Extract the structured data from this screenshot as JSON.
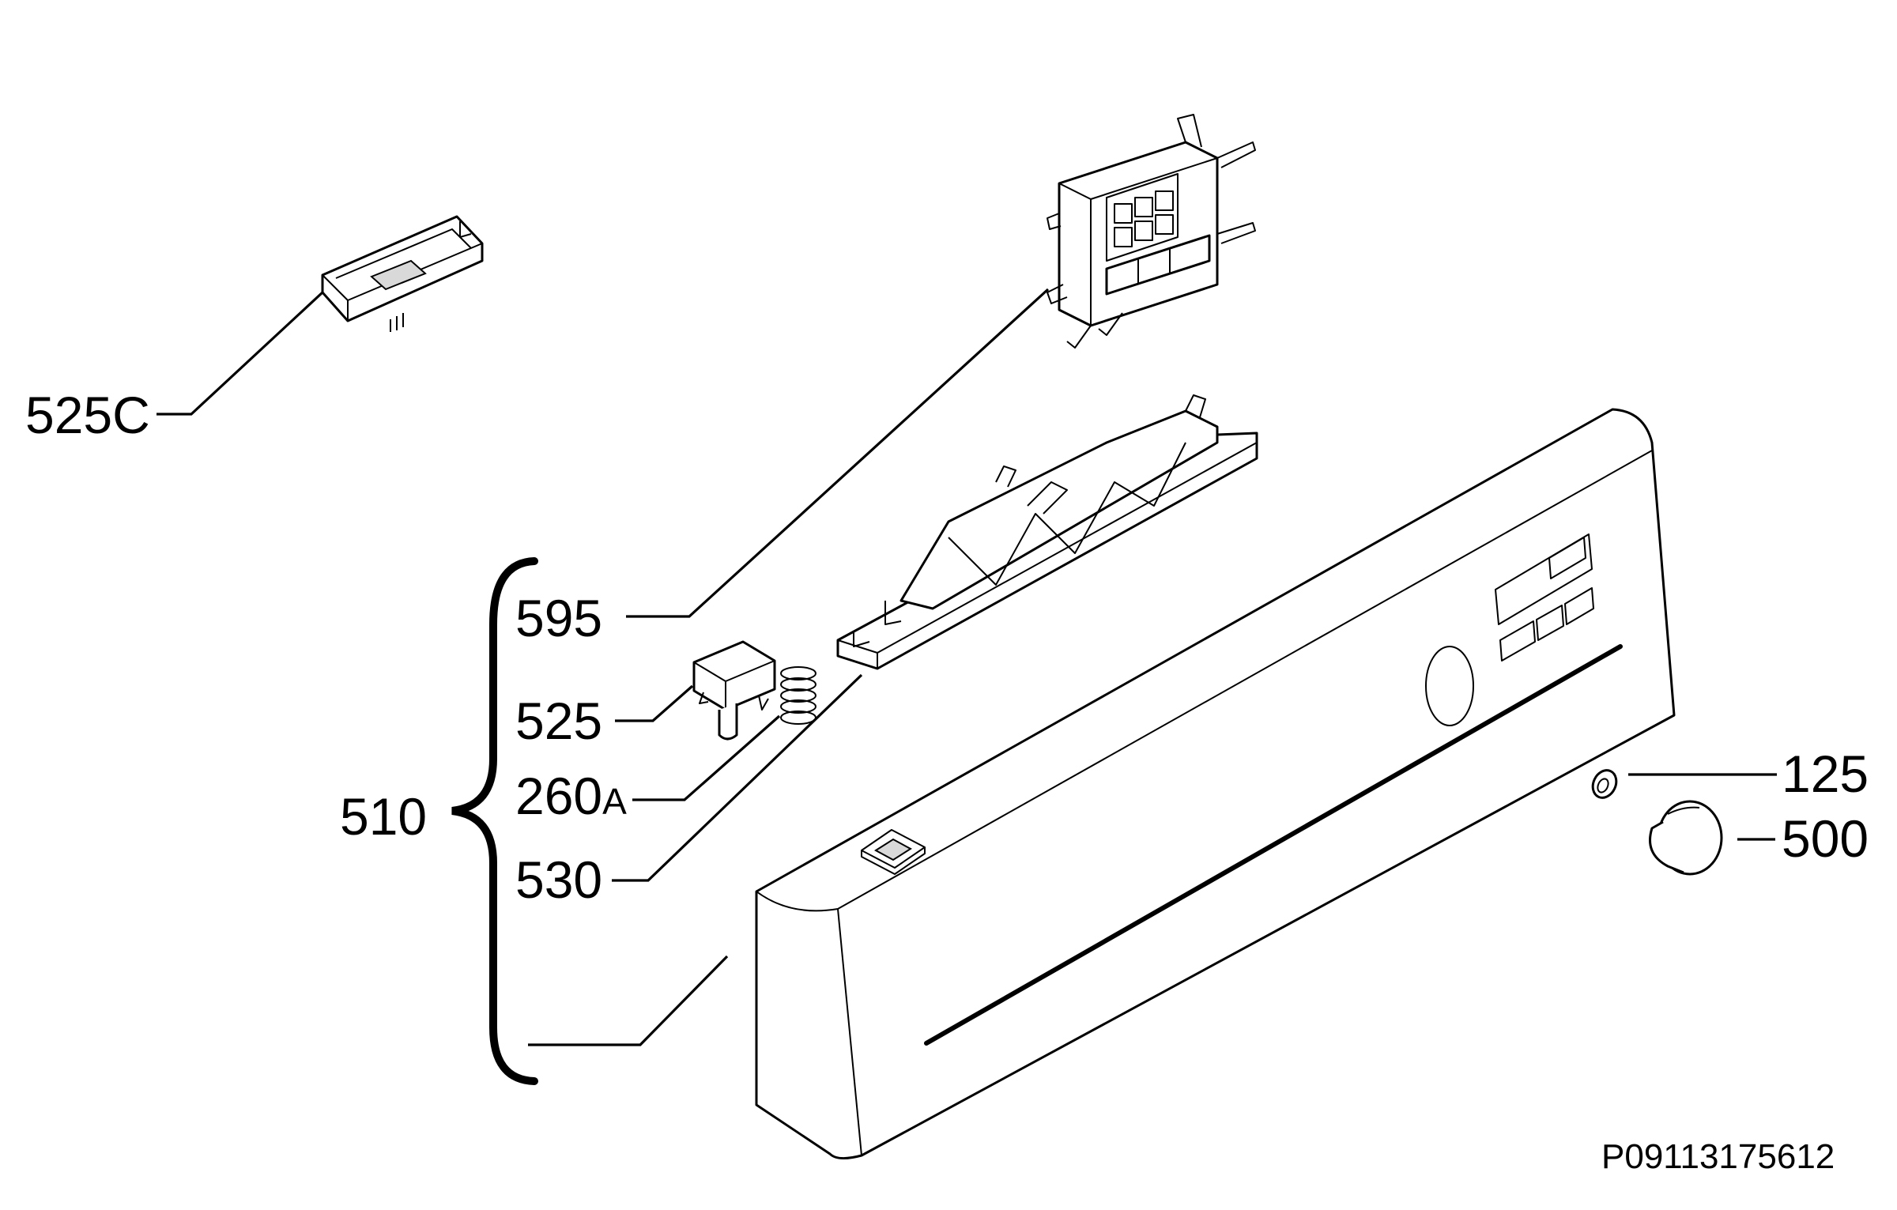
{
  "labels": {
    "p525c": "525C",
    "p595": "595",
    "p525": "525",
    "p260a_num": "260",
    "p260a_suffix": "A",
    "p510": "510",
    "p530": "530",
    "p125": "125",
    "p500": "500"
  },
  "reference_code": "P09113175612",
  "colors": {
    "line": "#000000",
    "background": "#ffffff"
  }
}
